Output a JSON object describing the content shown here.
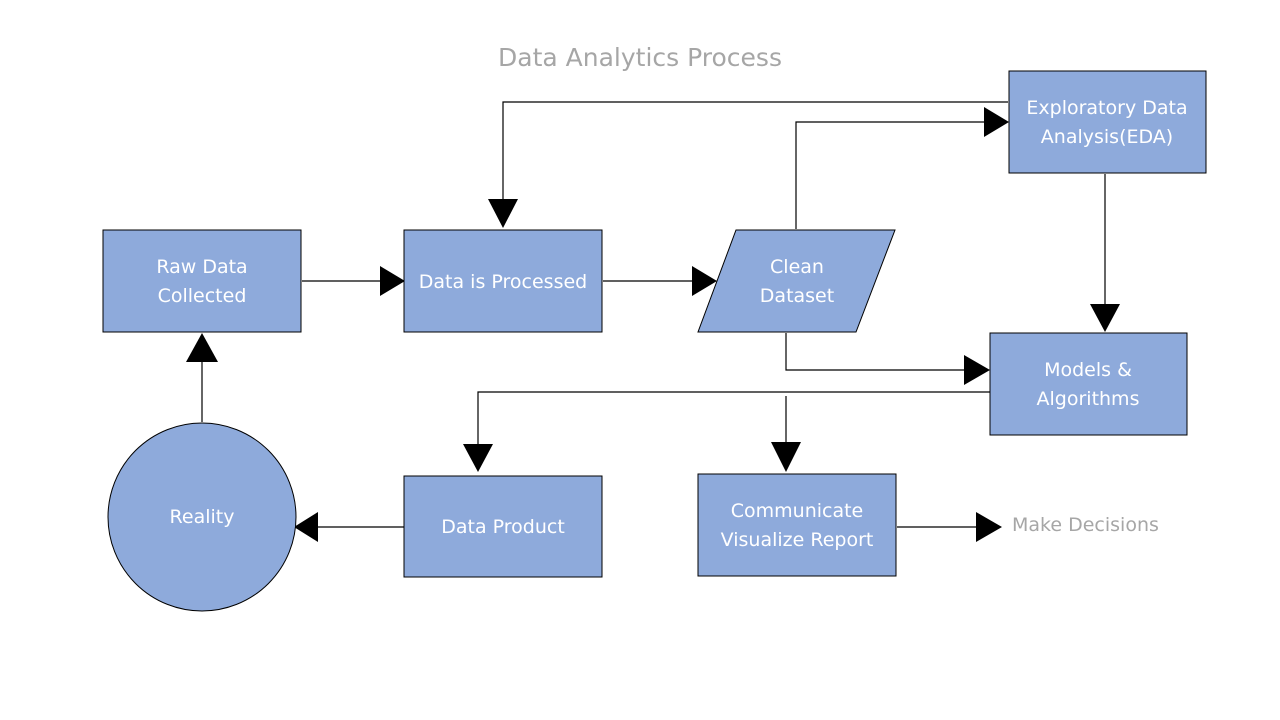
{
  "title": "Data Analytics Process",
  "nodes": {
    "raw_data": [
      "Raw Data",
      "Collected"
    ],
    "data_processed": [
      "Data is Processed"
    ],
    "clean_dataset": [
      "Clean",
      "Dataset"
    ],
    "eda": [
      "Exploratory Data",
      "Analysis(EDA)"
    ],
    "models": [
      "Models &",
      "Algorithms"
    ],
    "data_product": [
      "Data Product"
    ],
    "communicate": [
      "Communicate",
      "Visualize Report"
    ],
    "reality": [
      "Reality"
    ]
  },
  "outcome": "Make Decisions",
  "colors": {
    "node_fill": "#8eaadb",
    "node_text": "#ffffff",
    "title_text": "#a6a6a6",
    "outcome_text": "#a6a6a6",
    "line": "#000000"
  }
}
